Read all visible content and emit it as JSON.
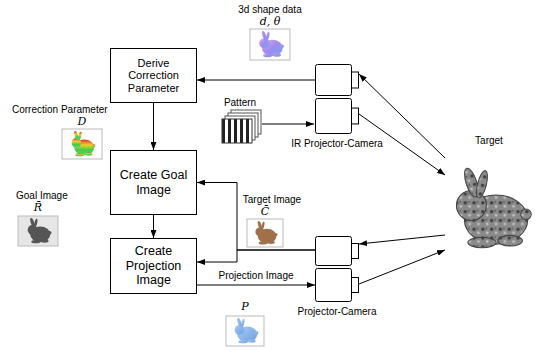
{
  "diagram": {
    "nodes": [
      {
        "text": [
          "Derive Correction Parameter"
        ]
      },
      {
        "text": [
          "Create Goal Image"
        ]
      },
      {
        "text": [
          "Create Projection Image"
        ]
      },
      {
        "text": [
          "IR Projector-Camera"
        ]
      },
      {
        "text": [
          "Projector-Camera"
        ]
      },
      {
        "text": [
          "Target"
        ]
      }
    ],
    "edges": [
      {
        "from": 3,
        "to": 0,
        "arrow": "to"
      },
      {
        "from": 0,
        "to": 1,
        "arrow": "to"
      },
      {
        "from": 1,
        "to": 2,
        "arrow": "to"
      },
      {
        "from": 4,
        "to": 1,
        "arrow": "to"
      },
      {
        "from": 4,
        "to": 2,
        "arrow": "to"
      },
      {
        "from": 2,
        "to": 4,
        "label": "Projection Image",
        "arrow": "to"
      },
      {
        "from": 3,
        "to": 5,
        "arrow": "to"
      },
      {
        "from": 5,
        "to": 3,
        "arrow": "to"
      },
      {
        "from": 4,
        "to": 5,
        "arrow": "to"
      },
      {
        "from": 5,
        "to": 4,
        "arrow": "to"
      }
    ],
    "labels": [
      "3d shape data",
      "d, θ",
      "Pattern",
      "Correction Parameter",
      "D",
      "Goal Image",
      "R̄",
      "Target Image",
      "C̄",
      "P"
    ]
  }
}
